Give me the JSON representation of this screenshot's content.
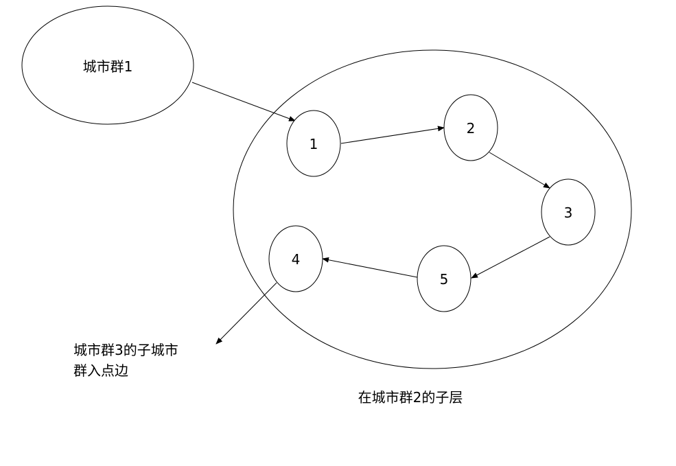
{
  "clusters": {
    "cluster1": {
      "label": "城市群1"
    },
    "cluster2": {
      "label": "在城市群2的子层"
    }
  },
  "nodes": [
    {
      "id": "1",
      "label": "1"
    },
    {
      "id": "2",
      "label": "2"
    },
    {
      "id": "3",
      "label": "3"
    },
    {
      "id": "4",
      "label": "4"
    },
    {
      "id": "5",
      "label": "5"
    }
  ],
  "edges": [
    {
      "from": "cluster1",
      "to": "1"
    },
    {
      "from": "1",
      "to": "2"
    },
    {
      "from": "2",
      "to": "3"
    },
    {
      "from": "3",
      "to": "5"
    },
    {
      "from": "5",
      "to": "4"
    },
    {
      "from": "4",
      "to": "external"
    }
  ],
  "external_label": {
    "line1": "城市群3的子城市",
    "line2": "群入点边"
  },
  "colors": {
    "stroke": "#000000",
    "fill": "#ffffff",
    "background": "#ffffff"
  }
}
